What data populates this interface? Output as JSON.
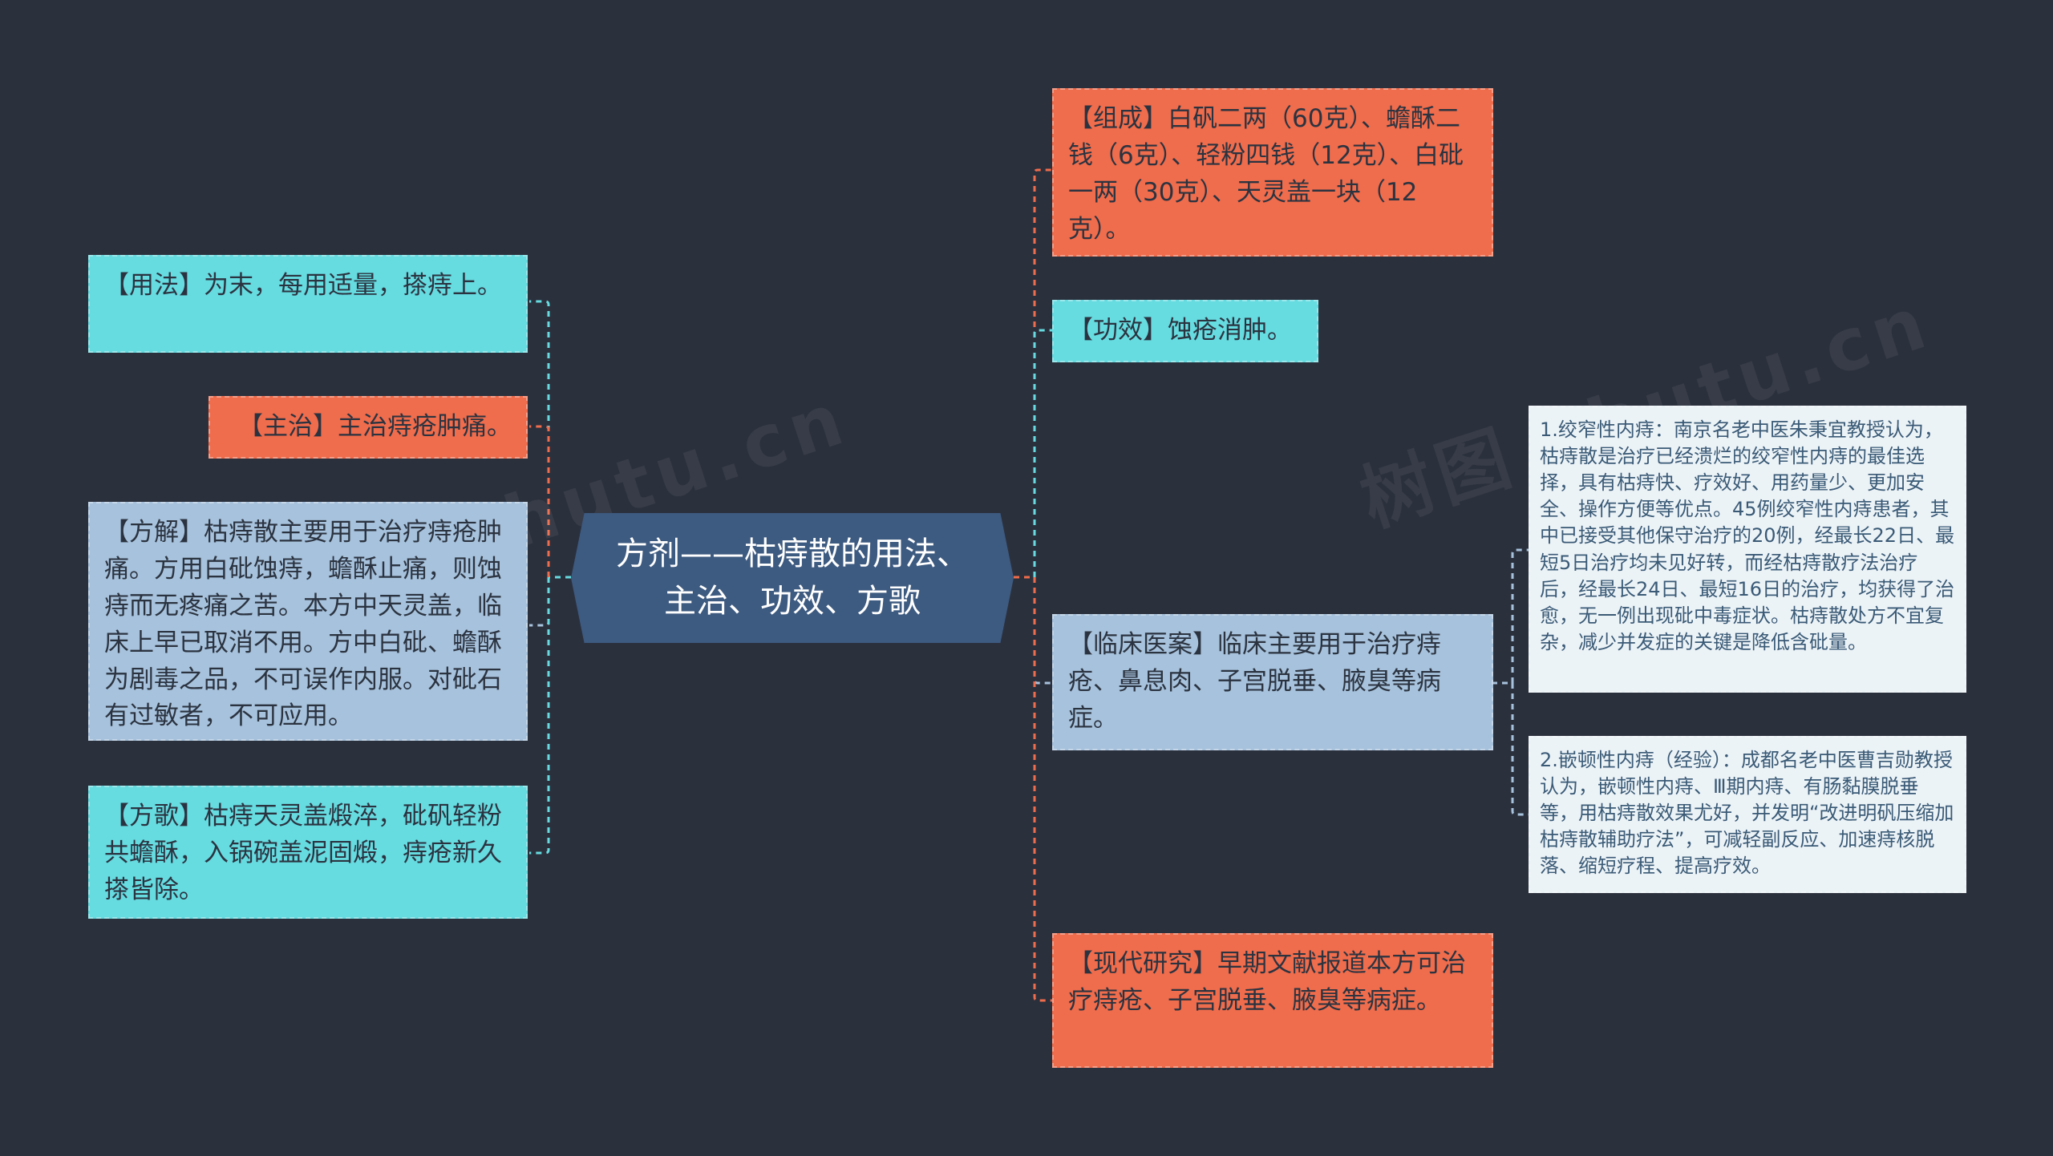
{
  "center": {
    "title": "方剂——枯痔散的用法、主治、功效、方歌"
  },
  "left_nodes": [
    {
      "id": "yongfa",
      "text": "【用法】为末，每用适量，搽痔上。"
    },
    {
      "id": "zhuzhi",
      "text": "【主治】主治痔疮肿痛。"
    },
    {
      "id": "fangjie",
      "text": "【方解】枯痔散主要用于治疗痔疮肿痛。方用白砒蚀痔，蟾酥止痛，则蚀痔而无疼痛之苦。本方中天灵盖，临床上早已取消不用。方中白砒、蟾酥为剧毒之品，不可误作内服。对砒石有过敏者，不可应用。"
    },
    {
      "id": "fangge",
      "text": "【方歌】枯痔天灵盖煅淬，砒矾轻粉共蟾酥，入锅碗盖泥固煅，痔疮新久搽皆除。"
    }
  ],
  "right_nodes": [
    {
      "id": "zucheng",
      "text": "【组成】白矾二两（60克）、蟾酥二钱（6克）、轻粉四钱（12克）、白砒一两（30克）、天灵盖一块（12克）。"
    },
    {
      "id": "gongxiao",
      "text": "【功效】蚀疮消肿。"
    },
    {
      "id": "linchuang",
      "text": "【临床医案】临床主要用于治疗痔疮、鼻息肉、子宫脱垂、腋臭等病症。"
    },
    {
      "id": "xiandai",
      "text": "【现代研究】早期文献报道本方可治疗痔疮、子宫脱垂、腋臭等病症。"
    }
  ],
  "case_nodes": [
    {
      "id": "case1",
      "text": "1.绞窄性内痔：南京名老中医朱秉宜教授认为，枯痔散是治疗已经溃烂的绞窄性内痔的最佳选择，具有枯痔快、疗效好、用药量少、更加安全、操作方便等优点。45例绞窄性内痔患者，其中已接受其他保守治疗的20例，经最长22日、最短5日治疗均未见好转，而经枯痔散疗法治疗后，经最长24日、最短16日的治疗，均获得了治愈，无一例出现砒中毒症状。枯痔散处方不宜复杂，减少并发症的关键是降低含砒量。"
    },
    {
      "id": "case2",
      "text": "2.嵌顿性内痔（经验）：成都名老中医曹吉勋教授认为，嵌顿性内痔、Ⅲ期内痔、有肠黏膜脱垂等，用枯痔散效果尤好，并发明“改进明矾压缩加枯痔散辅助疗法”，可减轻副反应、加速痔核脱落、缩短疗程、提高疗效。"
    }
  ],
  "colors": {
    "background": "#2b303d",
    "center": "#3d5a80",
    "cyan": "#66dbe0",
    "orange": "#ef6c4c",
    "blue": "#a7c2dc",
    "pale": "#ecf3f7"
  }
}
